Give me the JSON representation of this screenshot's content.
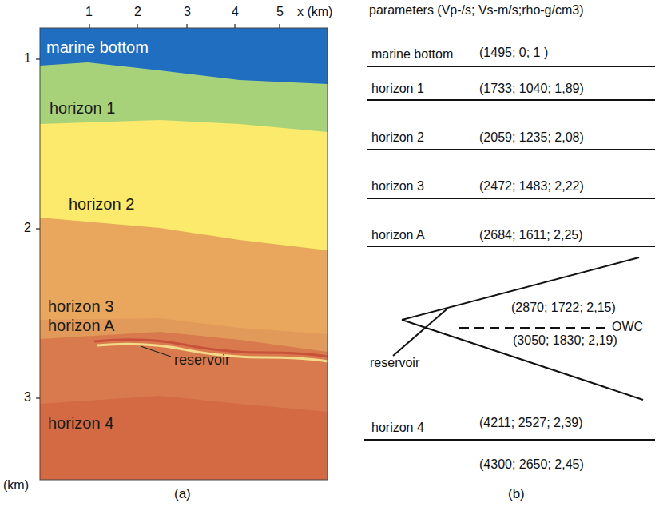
{
  "diagram": {
    "labels": [
      "1",
      "2",
      "3",
      "4",
      "5",
      "x (km)",
      "1",
      "2",
      "3",
      "(km)",
      "marine bottom",
      "horizon 1",
      "horizon 2",
      "horizon 3",
      "horizon A",
      "reservoir",
      "horizon 4",
      "(a)",
      "parameters (Vp-/s; Vs-m/s;rho-g/cm3)",
      "marine bottom",
      "(1495; 0; 1 )",
      "horizon 1",
      "(1733; 1040; 1,89)",
      "horizon 2",
      "(2059; 1235; 2,08)",
      "horizon 3",
      "(2472; 1483; 2,22)",
      "horizon A",
      "(2684; 1611; 2,25)",
      "(2870; 1722; 2,15)",
      "OWC",
      "reservoir",
      "(3050; 1830; 2,19)",
      "horizon 4",
      "(4211; 2527; 2,39)",
      "(4300; 2650; 2,45)",
      "(b)"
    ]
  }
}
